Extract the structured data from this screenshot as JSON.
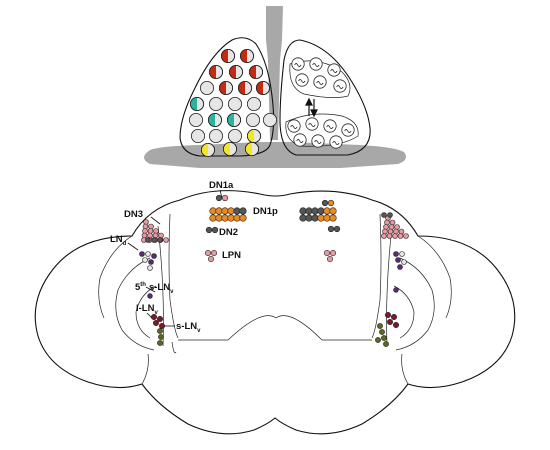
{
  "labels": {
    "dn1a": "DN1a",
    "dn1p": "DN1p",
    "dn2": "DN2",
    "dn3": "DN3",
    "lpn": "LPN",
    "lnd_main": "LN",
    "lnd_sub": "d",
    "fifth_sup": "th",
    "fifth_num": "5",
    "fifth_name": "s-LN",
    "fifth_sub": "v",
    "llnv_main": "l-LN",
    "llnv_sub": "v",
    "slnv_main": "s-LN",
    "slnv_sub": "v"
  },
  "colors": {
    "red": "#c62a12",
    "teal": "#2bb3a0",
    "yellow": "#f1e62a",
    "orange": "#ec8a22",
    "dark": "#555555",
    "pink": "#e89aa3",
    "purple": "#5a2a78",
    "maroon": "#7a1a2a",
    "olive": "#5a6a1a",
    "gray_fill": "#a8a8a8"
  },
  "icons": {
    "swap": "up-down-arrows-icon",
    "cell_pattern": "wave-pattern-icon"
  }
}
